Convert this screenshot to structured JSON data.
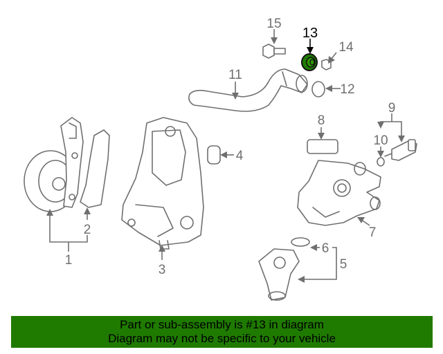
{
  "diagram": {
    "callouts": {
      "c1": "1",
      "c2": "2",
      "c3": "3",
      "c4": "4",
      "c5": "5",
      "c6": "6",
      "c7": "7",
      "c8": "8",
      "c9": "9",
      "c10": "10",
      "c11": "11",
      "c12": "12",
      "c13": "13",
      "c14": "14",
      "c15": "15"
    },
    "highlighted_part": "13",
    "highlight_color": "#1f7a00"
  },
  "banner": {
    "line1": "Part or sub-assembly is #13 in diagram",
    "line2": "Diagram may not be specific to your vehicle",
    "background": "#1f7a00"
  }
}
